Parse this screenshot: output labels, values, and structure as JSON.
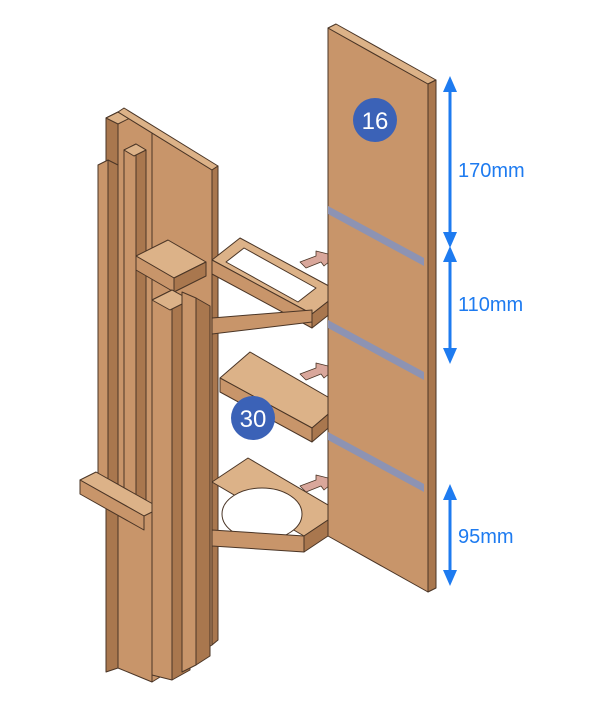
{
  "colors": {
    "wood_front": "#C8956A",
    "wood_side": "#A9774E",
    "wood_top": "#DCB288",
    "outline": "#4A3526",
    "dado": "#8D93B3",
    "dim_arrow": "#1E7BF0",
    "badge": "#3B62B7",
    "badge_text": "#ffffff",
    "insert_arrow": "#D9A79B"
  },
  "badges": {
    "side_panel": "16",
    "shelf": "30"
  },
  "dimensions": {
    "top": "170mm",
    "middle": "110mm",
    "bottom": "95mm"
  }
}
